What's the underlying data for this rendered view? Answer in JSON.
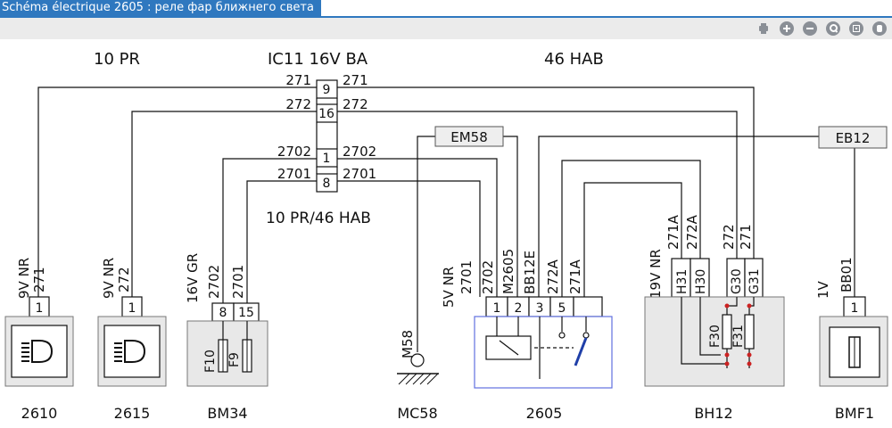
{
  "window": {
    "title": "Schéma électrique 2605 : реле фар ближнего света"
  },
  "toolbar": {
    "icons": [
      {
        "name": "print-icon"
      },
      {
        "name": "zoom-in-icon"
      },
      {
        "name": "zoom-out-icon"
      },
      {
        "name": "magnifier-icon"
      },
      {
        "name": "fit-view-icon"
      },
      {
        "name": "pan-hand-icon"
      }
    ]
  },
  "diagram": {
    "headings": {
      "left": "10 PR",
      "center": "IC11 16V BA",
      "right": "46 HAB",
      "junction": "10 PR/46 HAB"
    },
    "connector_pins": [
      "9",
      "16",
      "1",
      "8"
    ],
    "wires": {
      "w271_left": "271",
      "w271_right": "271",
      "w272_left": "272",
      "w272_right": "272",
      "w2702_left": "2702",
      "w2702_right": "2702",
      "w2701_left": "2701",
      "w2701_right": "2701"
    },
    "tags": {
      "em58": "EM58",
      "eb12": "EB12"
    },
    "components": {
      "c2610": {
        "name": "2610",
        "connector": "9V NR",
        "wire": "271",
        "pin": "1"
      },
      "c2615": {
        "name": "2615",
        "connector": "9V NR",
        "wire": "272",
        "pin": "1"
      },
      "bm34": {
        "name": "BM34",
        "connector": "16V GR",
        "wire_a": "2702",
        "wire_b": "2701",
        "pin_a": "8",
        "pin_b": "15",
        "fuse_a": "F10",
        "fuse_b": "F9"
      },
      "mc58": {
        "name": "MC58",
        "wire": "M58"
      },
      "c2605": {
        "name": "2605",
        "connector": "5V NR",
        "wire_1": "2701",
        "wire_2": "2702",
        "wire_3": "M2605",
        "wire_4": "BB12E",
        "wire_5": "272A",
        "wire_6": "271A",
        "pins": [
          "1",
          "2",
          "3",
          "5"
        ]
      },
      "bh12": {
        "name": "BH12",
        "connector": "19V NR",
        "wire_1": "271A",
        "wire_2": "272A",
        "wire_3": "272",
        "wire_4": "271",
        "pins": [
          "H31",
          "H30",
          "G30",
          "G31"
        ],
        "fuse_a": "F30",
        "fuse_b": "F31"
      },
      "bmf1": {
        "name": "BMF1",
        "connector": "1V",
        "wire": "BB01",
        "pin": "1"
      }
    }
  },
  "colors": {
    "title_bar": "#2f78bf",
    "toolbar_bg": "#ebebeb",
    "toolbar_icon": "#8a8f96",
    "relay_outline": "#6070e0",
    "contact_blue": "#1f3fa8",
    "fuse_dot": "#cc2222",
    "box_fill": "#e8e8e8",
    "icon_frame": "#777777"
  }
}
